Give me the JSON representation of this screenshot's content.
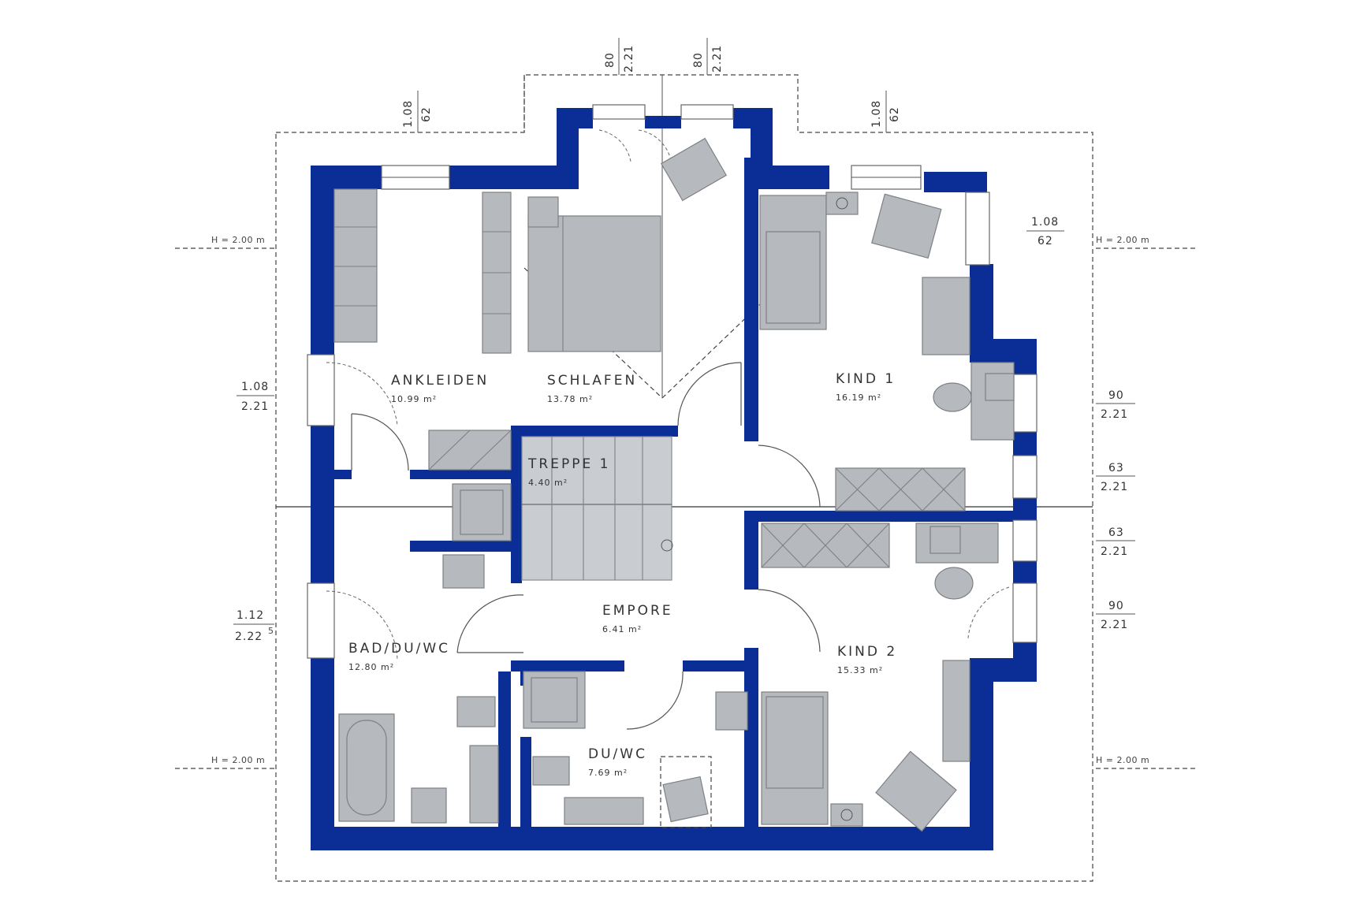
{
  "rooms": {
    "ankleiden": {
      "name": "ANKLEIDEN",
      "area": "10.99 m²"
    },
    "schlafen": {
      "name": "SCHLAFEN",
      "area": "13.78 m²"
    },
    "kind1": {
      "name": "KIND 1",
      "area": "16.19 m²"
    },
    "treppe": {
      "name": "TREPPE 1",
      "area": "4.40 m²"
    },
    "empore": {
      "name": "EMPORE",
      "area": "6.41 m²"
    },
    "bad": {
      "name": "BAD/DU/WC",
      "area": "12.80 m²"
    },
    "duwc": {
      "name": "DU/WC",
      "area": "7.69 m²"
    },
    "kind2": {
      "name": "KIND 2",
      "area": "15.33 m²"
    }
  },
  "dimensions": {
    "top_left": {
      "top": "1.08",
      "bottom": "62"
    },
    "top_dormer_left": {
      "top": "80",
      "bottom": "2.21"
    },
    "top_dormer_right": {
      "top": "80",
      "bottom": "2.21"
    },
    "top_right": {
      "top": "1.08",
      "bottom": "62"
    },
    "right_upper": {
      "top": "1.08",
      "bottom": "62"
    },
    "left_ankleiden": {
      "top": "1.08",
      "bottom": "2.21"
    },
    "left_bad": {
      "top": "1.12",
      "bottom": "2.22",
      "superscript": "5"
    },
    "right_1": {
      "top": "90",
      "bottom": "2.21"
    },
    "right_2": {
      "top": "63",
      "bottom": "2.21"
    },
    "right_3": {
      "top": "63",
      "bottom": "2.21"
    },
    "right_4": {
      "top": "90",
      "bottom": "2.21"
    }
  },
  "height_marks": {
    "top_left": "H = 2.00 m",
    "top_right": "H = 2.00 m",
    "bottom_left": "H = 2.00 m",
    "bottom_right": "H = 2.00 m"
  },
  "colors": {
    "wall": "#0a2d96",
    "furniture": "#b6b9bd",
    "background": "#ffffff"
  }
}
